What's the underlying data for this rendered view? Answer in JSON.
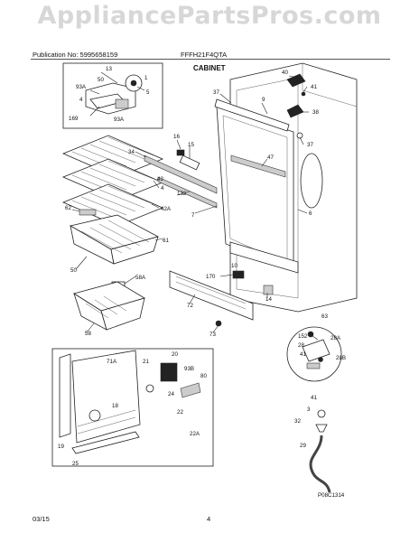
{
  "watermark": "AppliancePartsPros.com",
  "header": {
    "publication": "Publication No: 5995658159",
    "model": "FFFH21F4QTA",
    "section": "CABINET"
  },
  "footer": {
    "date": "03/15",
    "page": "4"
  },
  "figure_code": "P08C1314",
  "labels": {
    "l13": "13",
    "l50a": "50",
    "l93a": "93A",
    "l1": "1",
    "l4": "4",
    "l5": "5",
    "l169": "169",
    "l93a2": "93A",
    "l40": "40",
    "l41a": "41",
    "l38": "38",
    "l37a": "37",
    "l9": "9",
    "l37b": "37",
    "l16": "16",
    "l15": "15",
    "l47": "47",
    "l34": "34",
    "l4b": "4",
    "l42": "42",
    "l42a": "42A",
    "l132": "132",
    "l7": "7",
    "l6": "6",
    "l62": "62",
    "l61": "61",
    "l50b": "50",
    "l58a": "58A",
    "l170": "170",
    "l10": "10",
    "l14": "14",
    "l72": "72",
    "l58": "58",
    "l73": "73",
    "l63": "63",
    "l152": "152",
    "l28": "28",
    "l28a": "28A",
    "l41b": "41",
    "l28b": "28B",
    "l71a": "71A",
    "l20": "20",
    "l21": "21",
    "l93b": "93B",
    "l80": "80",
    "l24": "24",
    "l18": "18",
    "l22": "22",
    "l22a": "22A",
    "l19": "19",
    "l25": "25",
    "l41c": "41",
    "l3": "3",
    "l32": "32",
    "l29": "29"
  }
}
